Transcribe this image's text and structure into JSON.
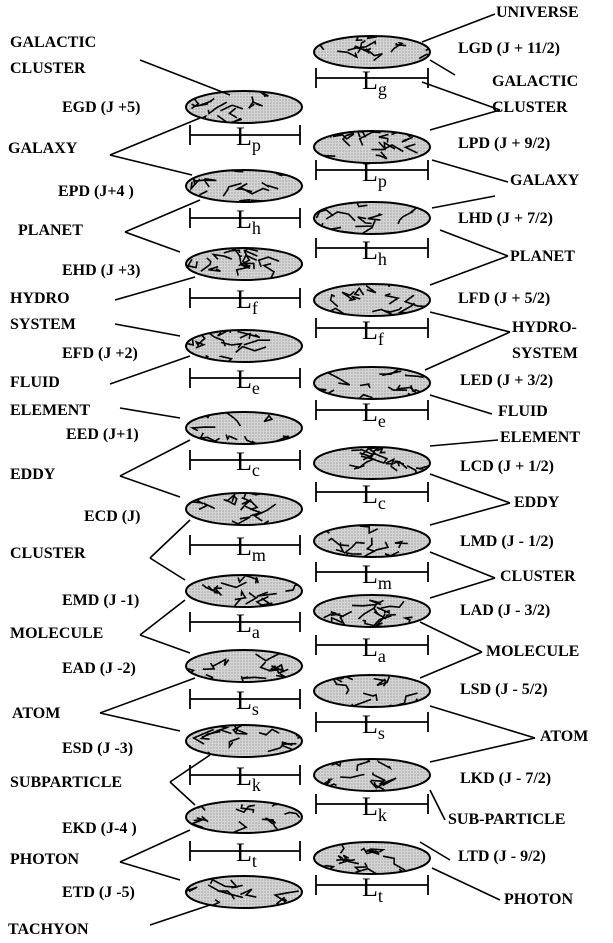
{
  "left_column": {
    "labels": {
      "galactic_cluster": "GALACTIC",
      "galactic_cluster_2": "CLUSTER",
      "egd": "EGD (J +5)",
      "galaxy": "GALAXY",
      "epd": "EPD (J+4 )",
      "planet": "PLANET",
      "ehd": "EHD (J +3)",
      "hydro": "HYDRO",
      "system": "SYSTEM",
      "efd": "EFD (J +2)",
      "fluid": "FLUID",
      "element": "ELEMENT",
      "eed": "EED (J+1)",
      "eddy": "EDDY",
      "ecd": "ECD (J)",
      "cluster": "CLUSTER",
      "emd": "EMD (J -1)",
      "molecule": "MOLECULE",
      "ead": "EAD (J -2)",
      "atom": "ATOM",
      "esd": "ESD (J -3)",
      "subparticle": "SUBPARTICLE",
      "ekd": "EKD (J-4 )",
      "photon": "PHOTON",
      "etd": "ETD (J -5)",
      "tachyon": "TACHYON"
    },
    "scale_letters": [
      "L",
      "L",
      "L",
      "L",
      "L",
      "L",
      "L",
      "L",
      "L",
      "L"
    ],
    "scale_subs": [
      "p",
      "h",
      "f",
      "e",
      "c",
      "m",
      "a",
      "s",
      "k",
      "t"
    ]
  },
  "right_column": {
    "labels": {
      "universe": "UNIVERSE",
      "lgd": "LGD (J + 11/2)",
      "galactic": "GALACTIC",
      "cluster_top": "CLUSTER",
      "lpd": "LPD (J + 9/2)",
      "galaxy": "GALAXY",
      "lhd": "LHD (J + 7/2)",
      "planet": "PLANET",
      "lfd": "LFD (J + 5/2)",
      "hydro": "HYDRO-",
      "system": "SYSTEM",
      "led": "LED (J + 3/2)",
      "fluid": "FLUID",
      "element": "ELEMENT",
      "lcd": "LCD (J + 1/2)",
      "eddy": "EDDY",
      "lmd": "LMD (J - 1/2)",
      "cluster": "CLUSTER",
      "lad": "LAD (J - 3/2)",
      "molecule": "MOLECULE",
      "lsd": "LSD (J - 5/2)",
      "atom": "ATOM",
      "lkd": "LKD (J - 7/2)",
      "subparticle": "SUB-PARTICLE",
      "ltd": "LTD (J - 9/2)",
      "photon": "PHOTON"
    },
    "scale_letters": [
      "L",
      "L",
      "L",
      "L",
      "L",
      "L",
      "L",
      "L",
      "L",
      "L"
    ],
    "scale_subs": [
      "g",
      "p",
      "h",
      "f",
      "e",
      "c",
      "m",
      "a",
      "s",
      "k",
      "t"
    ]
  }
}
